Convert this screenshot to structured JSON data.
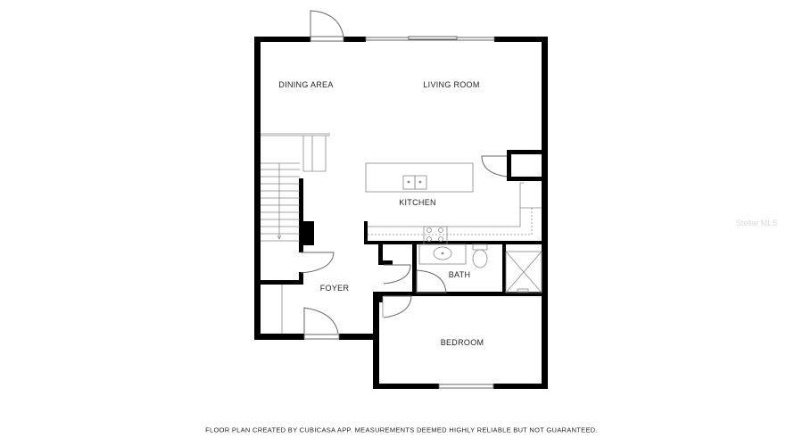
{
  "floor_plan": {
    "rooms": [
      {
        "id": "dining",
        "label": "DINING AREA"
      },
      {
        "id": "living",
        "label": "LIVING ROOM"
      },
      {
        "id": "kitchen",
        "label": "KITCHEN"
      },
      {
        "id": "bath",
        "label": "BATH"
      },
      {
        "id": "foyer",
        "label": "FOYER"
      },
      {
        "id": "bedroom",
        "label": "BEDROOM"
      }
    ],
    "wall_color": "#000000",
    "fixture_color": "#888888"
  },
  "watermark": "Stellar MLS",
  "footer": "FLOOR PLAN CREATED BY CUBICASA APP. MEASUREMENTS DEEMED HIGHLY RELIABLE BUT NOT GUARANTEED."
}
